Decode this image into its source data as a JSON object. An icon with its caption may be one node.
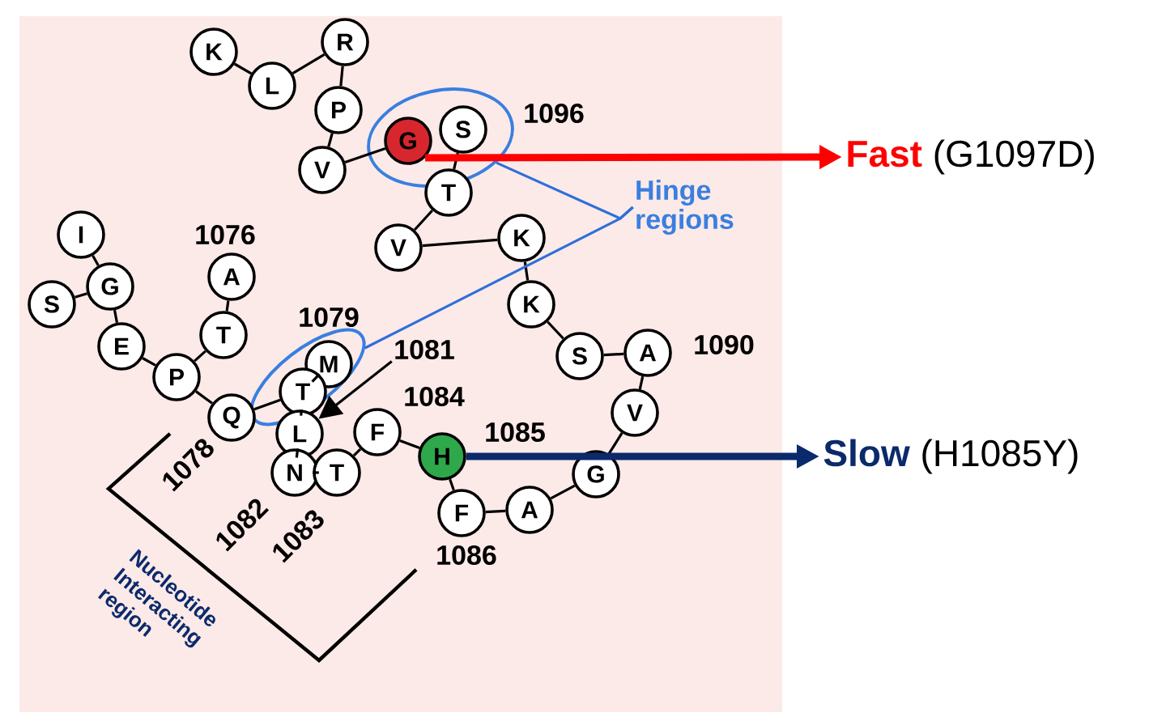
{
  "diagram": {
    "nodes": [
      {
        "text": [
          "K"
        ]
      },
      {
        "text": [
          "L"
        ]
      },
      {
        "text": [
          "R"
        ]
      },
      {
        "text": [
          "P"
        ]
      },
      {
        "text": [
          "V"
        ]
      },
      {
        "text": [],
        "shape": "ellipse"
      },
      {
        "text": [
          "G"
        ],
        "in": 5
      },
      {
        "text": [
          "S"
        ],
        "in": 5
      },
      {
        "text": [
          "T"
        ]
      },
      {
        "text": [
          "V"
        ]
      },
      {
        "text": [
          "K"
        ]
      },
      {
        "text": [
          "I"
        ]
      },
      {
        "text": [
          "G"
        ]
      },
      {
        "text": [
          "S"
        ]
      },
      {
        "text": [
          "A"
        ]
      },
      {
        "text": [
          "E"
        ]
      },
      {
        "text": [
          "T"
        ]
      },
      {
        "text": [
          "P"
        ]
      },
      {
        "text": [
          "K"
        ]
      },
      {
        "text": [],
        "shape": "ellipse"
      },
      {
        "text": [
          "M"
        ],
        "in": 19
      },
      {
        "text": [
          "T"
        ],
        "in": 19
      },
      {
        "text": [
          "S"
        ]
      },
      {
        "text": [
          "A"
        ]
      },
      {
        "text": [
          "Q"
        ]
      },
      {
        "text": [
          "L"
        ]
      },
      {
        "text": [
          "F"
        ]
      },
      {
        "text": [
          "H"
        ]
      },
      {
        "text": [
          "V"
        ]
      },
      {
        "text": [
          "N"
        ]
      },
      {
        "text": [
          "T"
        ]
      },
      {
        "text": [
          "G"
        ]
      },
      {
        "text": [
          "F"
        ]
      },
      {
        "text": [
          "A"
        ]
      },
      {
        "text": [
          "Hinge regions"
        ]
      },
      {
        "text": [
          "Fast",
          "(G1097D)"
        ]
      },
      {
        "text": [
          "Slow",
          "(H1085Y)"
        ]
      },
      {
        "text": [
          "1081"
        ]
      }
    ],
    "edges": [
      {
        "from": 0,
        "to": 1,
        "arrow": "none"
      },
      {
        "from": 1,
        "to": 2,
        "arrow": "none"
      },
      {
        "from": 2,
        "to": 3,
        "arrow": "none"
      },
      {
        "from": 3,
        "to": 4,
        "arrow": "none"
      },
      {
        "from": 4,
        "to": 6,
        "arrow": "none"
      },
      {
        "from": 7,
        "to": 8,
        "arrow": "none"
      },
      {
        "from": 8,
        "to": 9,
        "arrow": "none"
      },
      {
        "from": 9,
        "to": 10,
        "arrow": "none"
      },
      {
        "from": 10,
        "to": 18,
        "arrow": "none"
      },
      {
        "from": 18,
        "to": 22,
        "arrow": "none"
      },
      {
        "from": 22,
        "to": 23,
        "arrow": "none"
      },
      {
        "from": 23,
        "to": 28,
        "arrow": "none"
      },
      {
        "from": 28,
        "to": 31,
        "arrow": "none"
      },
      {
        "from": 31,
        "to": 33,
        "arrow": "none"
      },
      {
        "from": 33,
        "to": 32,
        "arrow": "none"
      },
      {
        "from": 32,
        "to": 27,
        "arrow": "none"
      },
      {
        "from": 27,
        "to": 26,
        "arrow": "none"
      },
      {
        "from": 26,
        "to": 30,
        "arrow": "none"
      },
      {
        "from": 30,
        "to": 29,
        "arrow": "none"
      },
      {
        "from": 29,
        "to": 25,
        "arrow": "none"
      },
      {
        "from": 25,
        "to": 21,
        "arrow": "none"
      },
      {
        "from": 21,
        "to": 20,
        "arrow": "none"
      },
      {
        "from": 24,
        "to": 21,
        "arrow": "none"
      },
      {
        "from": 24,
        "to": 17,
        "arrow": "none"
      },
      {
        "from": 17,
        "to": 16,
        "arrow": "none"
      },
      {
        "from": 16,
        "to": 14,
        "arrow": "none"
      },
      {
        "from": 17,
        "to": 15,
        "arrow": "none"
      },
      {
        "from": 15,
        "to": 12,
        "arrow": "none"
      },
      {
        "from": 12,
        "to": 11,
        "arrow": "none"
      },
      {
        "from": 12,
        "to": 13,
        "arrow": "none"
      },
      {
        "from": 34,
        "to": 5,
        "arrow": "none",
        "color": "#2f6fd8"
      },
      {
        "from": 34,
        "to": 19,
        "arrow": "none",
        "color": "#2f6fd8"
      },
      {
        "from": 6,
        "to": 35,
        "arrow": "to",
        "style": "thick",
        "color": "#ff0000"
      },
      {
        "from": 27,
        "to": 36,
        "arrow": "to",
        "style": "thick",
        "color": "#0b2a6b"
      },
      {
        "from": 37,
        "to": 25,
        "arrow": "to"
      }
    ],
    "labels": [
      "1096",
      "1076",
      "1079",
      "1084",
      "1090",
      "1085",
      "1078",
      "1082",
      "1083",
      "1086",
      "Nucleotide Interacting region"
    ]
  }
}
